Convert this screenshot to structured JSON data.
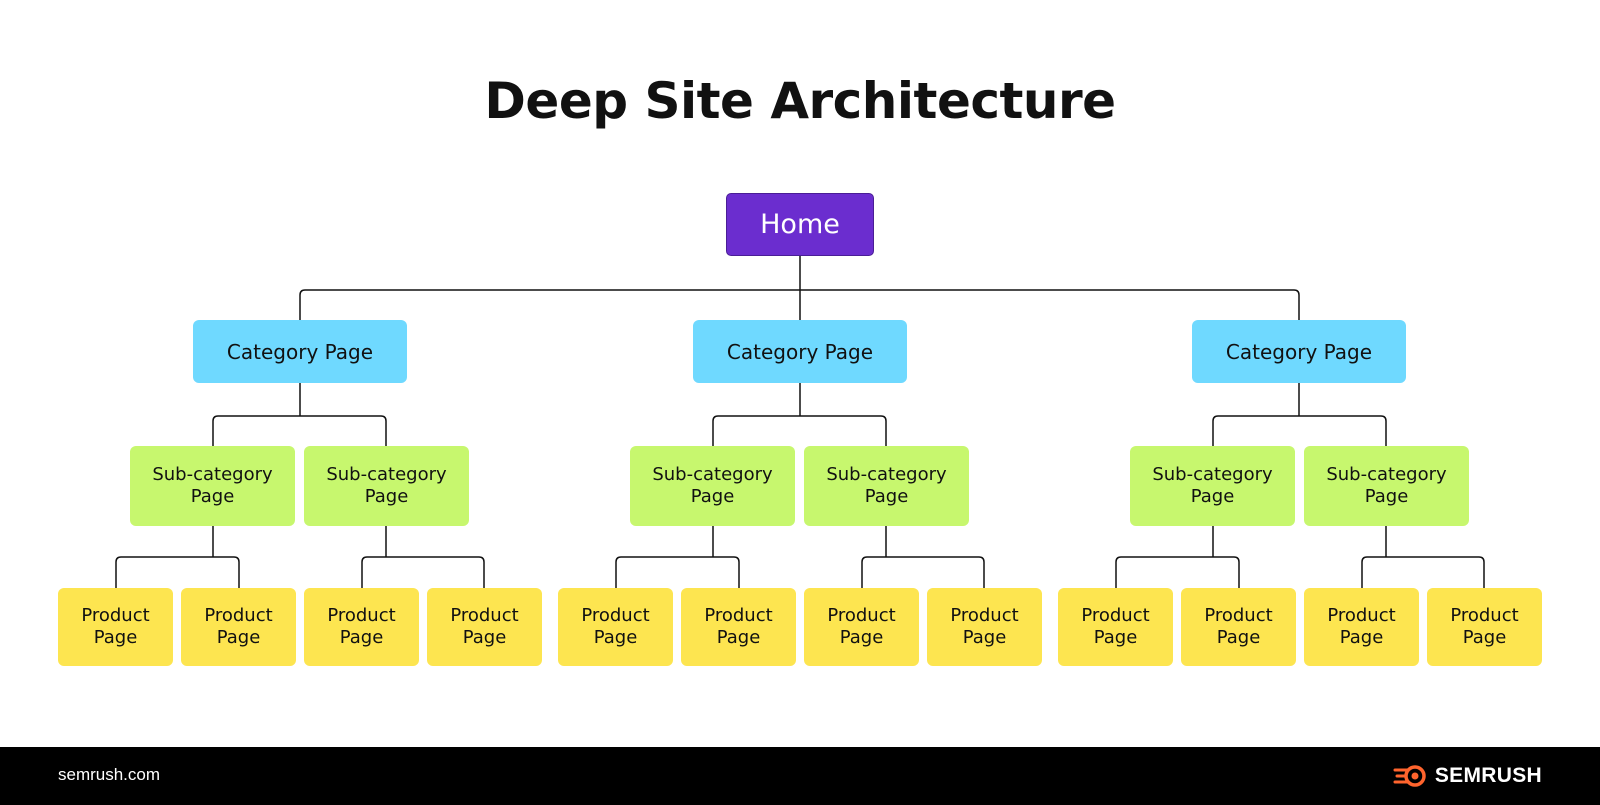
{
  "title": "Deep Site Architecture",
  "home": {
    "label": "Home"
  },
  "category_label": "Category Page",
  "subcategory_label": "Sub-category\nPage",
  "product_label": "Product\nPage",
  "categories": [
    {
      "label": "Category Page",
      "subcategories": [
        {
          "label": "Sub-category\nPage",
          "products": [
            "Product\nPage",
            "Product\nPage"
          ]
        },
        {
          "label": "Sub-category\nPage",
          "products": [
            "Product\nPage",
            "Product\nPage"
          ]
        }
      ]
    },
    {
      "label": "Category Page",
      "subcategories": [
        {
          "label": "Sub-category\nPage",
          "products": [
            "Product\nPage",
            "Product\nPage"
          ]
        },
        {
          "label": "Sub-category\nPage",
          "products": [
            "Product\nPage",
            "Product\nPage"
          ]
        }
      ]
    },
    {
      "label": "Category Page",
      "subcategories": [
        {
          "label": "Sub-category\nPage",
          "products": [
            "Product\nPage",
            "Product\nPage"
          ]
        },
        {
          "label": "Sub-category\nPage",
          "products": [
            "Product\nPage",
            "Product\nPage"
          ]
        }
      ]
    }
  ],
  "colors": {
    "home": "#6b2dcf",
    "category": "#6fd9ff",
    "subcategory": "#c7f76e",
    "product": "#fde550",
    "brand_accent": "#ff642d"
  },
  "footer": {
    "url": "semrush.com",
    "brand": "SEMRUSH",
    "brand_icon": "semrush-fire-icon"
  }
}
